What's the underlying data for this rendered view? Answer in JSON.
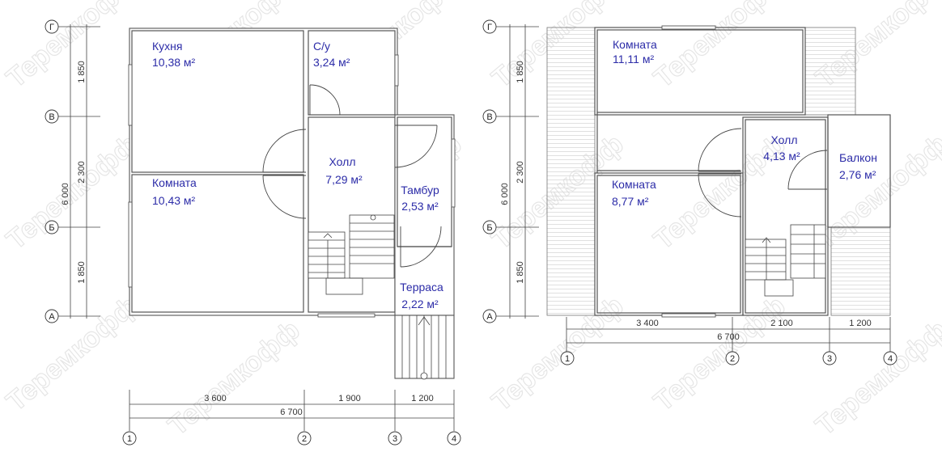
{
  "watermark": "Теремкофф",
  "axes_rows": [
    "Г",
    "В",
    "Б",
    "А"
  ],
  "axes_cols": [
    "1",
    "2",
    "3",
    "4"
  ],
  "floor1": {
    "vertical_dims": {
      "total": "6 000",
      "segments": [
        "1 850",
        "2 300",
        "1 850"
      ]
    },
    "horizontal_dims": {
      "total": "6 700",
      "segments": [
        "3 600",
        "1 900",
        "1 200"
      ]
    },
    "rooms": [
      {
        "name": "Кухня",
        "area": "10,38 м²"
      },
      {
        "name": "С/у",
        "area": "3,24 м²"
      },
      {
        "name": "Холл",
        "area": "7,29 м²"
      },
      {
        "name": "Комната",
        "area": "10,43 м²"
      },
      {
        "name": "Тамбур",
        "area": "2,53 м²"
      },
      {
        "name": "Терраса",
        "area": "2,22 м²"
      }
    ]
  },
  "floor2": {
    "vertical_dims": {
      "total": "6 000",
      "segments": [
        "1 850",
        "2 300",
        "1 850"
      ]
    },
    "horizontal_dims": {
      "total": "6 700",
      "segments": [
        "3 400",
        "2 100",
        "1 200"
      ]
    },
    "rooms": [
      {
        "name": "Комната",
        "area": "11,11 м²"
      },
      {
        "name": "Холл",
        "area": "4,13 м²"
      },
      {
        "name": "Балкон",
        "area": "2,76 м²"
      },
      {
        "name": "Комната",
        "area": "8,77 м²"
      }
    ]
  }
}
